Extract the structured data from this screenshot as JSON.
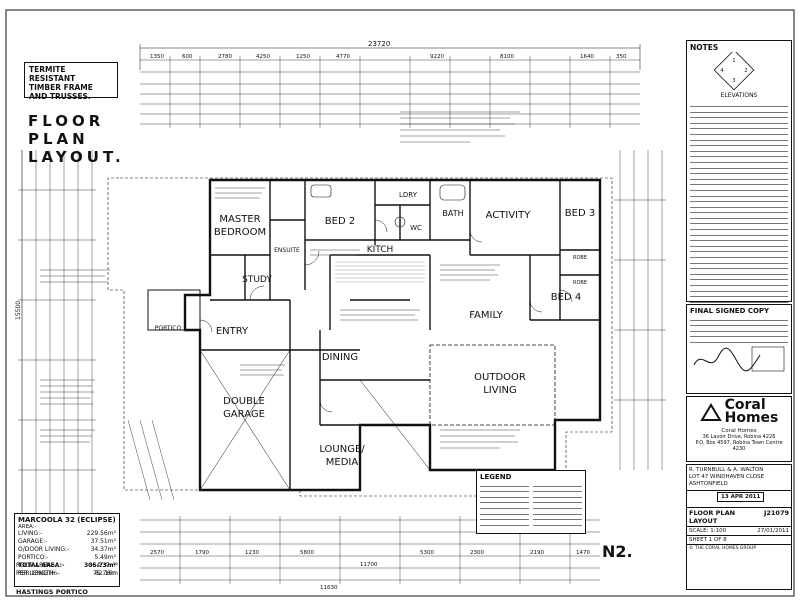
{
  "banner": {
    "title_line1": "TERMITE RESISTANT",
    "title_line2": "TIMBER FRAME",
    "title_line3": "AND TRUSSES."
  },
  "heading": {
    "line1": "FLOOR",
    "line2": "PLAN",
    "line3": "LAYOUT."
  },
  "overall_dimension": "23720",
  "overall_depth": "15500",
  "top_dimensions": [
    "1350",
    "600",
    "2780",
    "4250",
    "1250",
    "4770",
    "9220",
    "8100",
    "1640",
    "350"
  ],
  "bottom_dimensions": [
    "2570",
    "1790",
    "1230",
    "5800",
    "11700",
    "5300",
    "2300",
    "2190",
    "1470"
  ],
  "bottom_overall": "11630",
  "rooms": {
    "master": "MASTER",
    "bedroom": "BEDROOM",
    "study": "STUDY",
    "ensuite": "ENSUITE",
    "bed2": "BED 2",
    "bath": "BATH",
    "ldry": "LDRY",
    "wc": "WC",
    "activity": "ACTIVITY",
    "bed3": "BED 3",
    "bed4": "BED 4",
    "robe": "ROBE",
    "kitch": "KITCH",
    "family": "FAMILY",
    "dining": "DINING",
    "entry": "ENTRY",
    "portico": "PORTICO",
    "double": "DOUBLE",
    "garage": "GARAGE",
    "lounge": "LOUNGE/",
    "media": "MEDIA",
    "outdoor": "OUTDOOR",
    "living": "LIVING"
  },
  "areas": {
    "title": "MARCOOLA 32 (ECLIPSE)",
    "label": "AREA:-",
    "rows": [
      {
        "k": "LIVING:-",
        "v": "229.56m²"
      },
      {
        "k": "GARAGE:-",
        "v": "37.51m²"
      },
      {
        "k": "O/DOOR LIVING:-",
        "v": "34.37m²"
      },
      {
        "k": "PORTICO:-",
        "v": "5.49m²"
      },
      {
        "k": "TOTAL AREA:-",
        "v": "306.73m²"
      },
      {
        "k": "PER LENGTH:-",
        "v": "75.76m"
      },
      {
        "k": "ROOF AREA:-",
        "v": "354.37m²"
      },
      {
        "k": "PER LENGTH:-",
        "v": "82.16m"
      }
    ],
    "footer": "HASTINGS PORTICO"
  },
  "notes": {
    "title": "NOTES",
    "elevations": "ELEVATIONS"
  },
  "final_copy": {
    "title": "FINAL SIGNED COPY"
  },
  "company": {
    "name_line1": "Coral",
    "name_line2": "Homes",
    "sub": "Coral Homes",
    "address": "36 Lavoir Drive, Robina 4226",
    "po": "P.O. Box 4597, Robina Town Centre 4230"
  },
  "client": {
    "names": "R. TURNBULL & A. WALTON",
    "lot": "LOT 47 WINDHAVEN CLOSE",
    "suburb": "ASHTONFIELD"
  },
  "title_block": {
    "sheet_title": "FLOOR PLAN LAYOUT",
    "job": "J21079",
    "stamp": "13 APR 2011",
    "scale": "SCALE: 1:100",
    "sheet": "SHEET 1 OF 8",
    "date": "27/01/2011"
  },
  "legend": {
    "title": "LEGEND"
  },
  "sheet_number": "N2.",
  "copyright": "© THE CORAL HOMES GROUP"
}
